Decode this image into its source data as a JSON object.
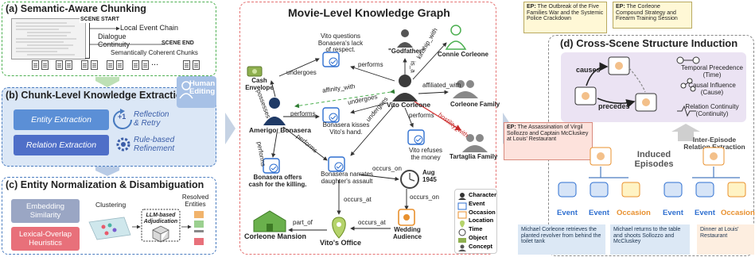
{
  "chunking": {
    "title": "(a) Semantic-Aware Chunking",
    "scene_start": "SCENE START",
    "scene_end": "SCENE END",
    "local_event_chain": "Local Event Chain",
    "dialogue_continuity": "Dialogue\nContinuity",
    "chunks_label": "Semantically Coherent Chunks",
    "ellipsis": "..."
  },
  "extraction": {
    "title": "(b) Chunk-Level Knowledge Extraction",
    "entity": "Entity Extraction",
    "relation": "Relation Extraction",
    "plus_one": "+1",
    "reflection": "Reflection\n& Retry",
    "rule": "Rule-based\nRefinement",
    "human": "Human\nEditing"
  },
  "normalization": {
    "title": "(c) Entity Normalization & Disambiguation",
    "embedding": "Embedding\nSimilarity",
    "lexical": "Lexical-Overlap\nHeuristics",
    "clustering": "Clustering",
    "llm": "LLM-based\nAdjudication",
    "resolved": "Resolved\nEntities"
  },
  "graph": {
    "title": "Movie-Level Knowledge Graph",
    "nodes": {
      "cash": "Cash\nEnvelope",
      "vito_questions": "Vito questions\nBonasera's lack\nof respect.",
      "godfather": "\"Godfather\"",
      "connie": "Connie Corleone",
      "vito": "Vito Corleone",
      "corleone_family": "Corleone Family",
      "amerigo": "Amerigo_Bonasera",
      "kisses": "Bonasera kisses\nVito's hand.",
      "refuses": "Vito refuses\nthe money",
      "tartaglia": "Tartaglia Family",
      "offers": "Bonasera offers\ncash for the killing.",
      "narrates": "Bonasera narrates\ndaughter's assault",
      "aug": "Aug\n1945",
      "mansion": "Corleone Mansion",
      "office": "Vito's Office",
      "wedding": "Wedding\nAudience"
    },
    "edges": {
      "undergoes1": "undergoes",
      "performs1": "performs",
      "is_a": "is_a",
      "kinship": "kinship_with",
      "possesses": "possesses",
      "affinity": "affinity_with",
      "affiliated": "affiliated_with",
      "undergoes2": "undergoes",
      "performs2": "performs",
      "performs3": "performs",
      "hostility": "hostility_with",
      "undergoes3": "undergoes",
      "performs4": "performs",
      "occurs_on1": "occurs_on",
      "occurs_at1": "occurs_at",
      "occurs_on2": "occurs_on",
      "part_of": "part_of",
      "occurs_at2": "occurs_at",
      "performs5": "performs"
    },
    "legend": [
      "Character",
      "Event",
      "Occasion",
      "Location",
      "Time",
      "Object",
      "Concept"
    ]
  },
  "induction": {
    "title": "(d) Cross-Scene Structure Induction",
    "ep_prefix": "EP:",
    "ep1": "The Outbreak of the Five Families War and the Systemic Police Crackdown",
    "ep2": "The Corleone Compound Strategy and Firearm Training Session",
    "ep3": "The Assassination of Virgil Sollozzo and Captain McCluskey at Louis' Restaurant",
    "causes": "causes",
    "precedes": "precedes",
    "temporal": "Temporal Precedence\n(Time)",
    "causal": "Causal Influence\n(Cause)",
    "continuity": "Relation Continuity\n(Continuity)",
    "inter_episode": "Inter-Episode\nRelation Extraction",
    "induced": "Induced\nEpisodes",
    "event": "Event",
    "occasion": "Occasion",
    "cap1": "Michael Corleone retrieves the planted revolver from behind the toilet tank",
    "cap2": "Michael returns to the table and shoots Sollozzo and McCluskey",
    "cap3": "Dinner at Louis' Restaurant"
  },
  "colors": {
    "green_border": "#4caf50",
    "blue_border": "#4a7cc0",
    "red_border": "#e57373",
    "entity_box": "#5b8fd6",
    "relation_box": "#4f6fc8",
    "embedding_box": "#9aa6c4",
    "lexical_box": "#e8707a",
    "event_blue": "#2e6fd0",
    "occasion_orange": "#e8902e",
    "affinity_green": "#4caf50",
    "hostility_red": "#d32f2f",
    "purple_bg": "#ebe3f3"
  }
}
